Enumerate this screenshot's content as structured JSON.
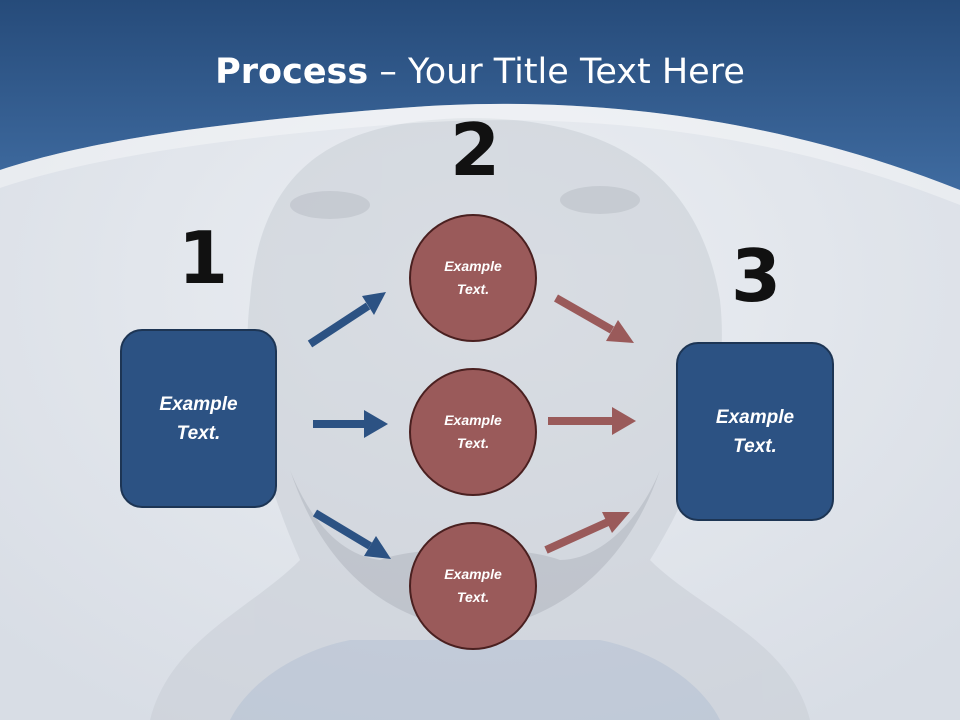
{
  "slide": {
    "title_bold": "Process",
    "title_rest": " – Your Title Text Here",
    "steps": [
      {
        "number": "1"
      },
      {
        "number": "2"
      },
      {
        "number": "3"
      }
    ],
    "left_box": {
      "line1": "Example",
      "line2": "Text."
    },
    "right_box": {
      "line1": "Example",
      "line2": "Text."
    },
    "circles": [
      {
        "line1": "Example",
        "line2": "Text."
      },
      {
        "line1": "Example",
        "line2": "Text."
      },
      {
        "line1": "Example",
        "line2": "Text."
      }
    ]
  },
  "colors": {
    "banner": "#2e5c93",
    "box_fill": "#2c5283",
    "circle_fill": "#9a5a5a",
    "left_arrow": "#2c5283",
    "right_arrow": "#9a5a5a"
  }
}
